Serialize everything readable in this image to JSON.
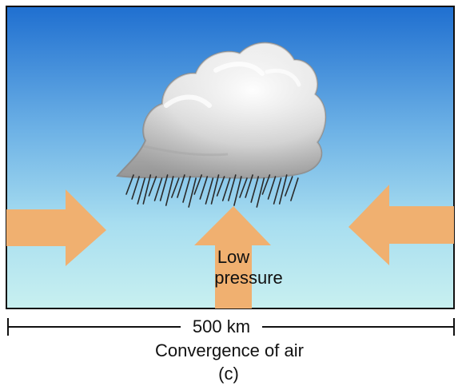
{
  "diagram": {
    "center_label_line1": "Low",
    "center_label_line2": "pressure",
    "scale_label": "500 km",
    "caption": "Convergence of air",
    "panel_label": "(c)"
  },
  "colors": {
    "sky_top": "#1f6fd0",
    "sky_middle": "#7fc0ea",
    "sky_bottom": "#bfeef0",
    "arrow": "#f0b070",
    "frame": "#111111",
    "rain": "#2a2a2a",
    "cloud_highlight": "#ffffff",
    "cloud_shadow": "#8c8c8c"
  },
  "icons": {
    "cloud": "cloud-icon",
    "rain": "rain-streaks-icon",
    "left_arrow": "arrow-right-icon",
    "right_arrow": "arrow-left-icon",
    "center_arrow": "arrow-up-icon"
  }
}
